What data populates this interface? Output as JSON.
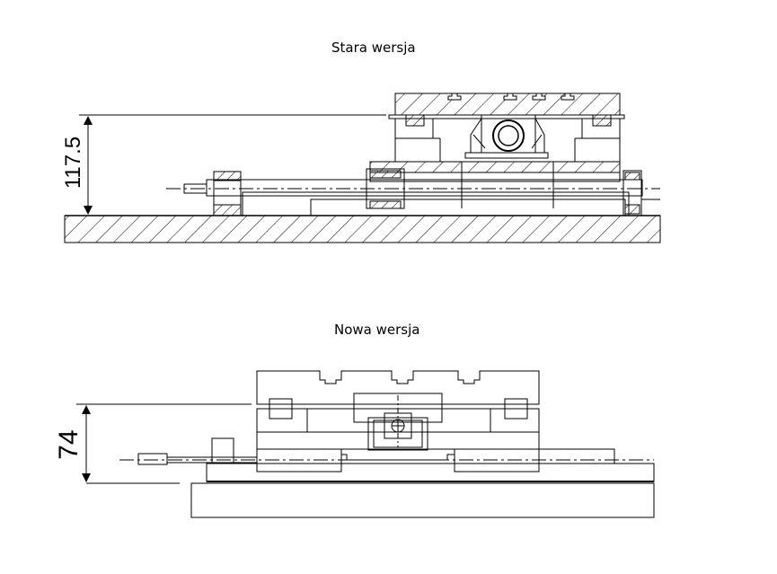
{
  "views": {
    "old": {
      "title": "Stara wersja",
      "dimension": "117.5"
    },
    "new": {
      "title": "Nowa wersja",
      "dimension": "74"
    }
  },
  "colors": {
    "line": "#000000",
    "background": "#ffffff"
  }
}
